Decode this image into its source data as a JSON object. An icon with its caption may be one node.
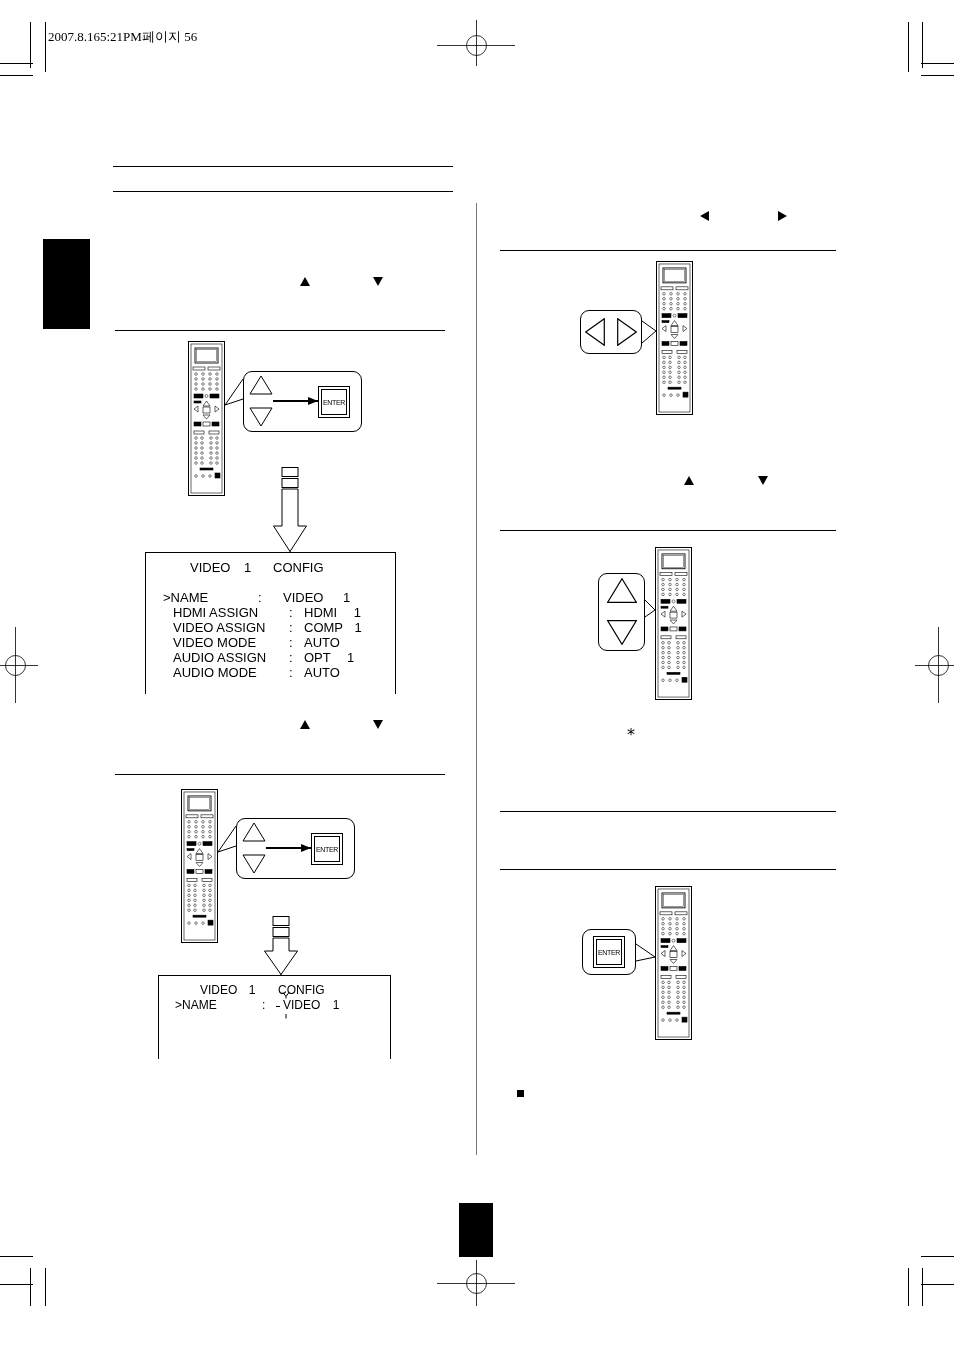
{
  "diagram": {
    "nodes": [
      {
        "text": [],
        "shape": "picture"
      },
      {
        "text": [],
        "shape": "box"
      },
      {
        "text": [],
        "shape": "picture",
        "in": 1
      },
      {
        "text": [
          "ENTER"
        ],
        "in": 1
      },
      {
        "text": [
          "VIDEO 1",
          "CONFIG",
          ">NAME",
          ":",
          "VIDEO 1",
          "HDMI ASSIGN",
          ":",
          "HDMI 1",
          "VIDEO ASSIGN",
          ":",
          "COMP 1",
          "VIDEO MODE",
          ":",
          "AUTO",
          "AUDIO ASSIGN",
          ":",
          "OPT 1",
          "AUDIO MODE",
          ":",
          "AUTO"
        ]
      },
      {
        "text": [],
        "shape": "picture"
      },
      {
        "text": [],
        "shape": "box"
      },
      {
        "text": [],
        "shape": "picture",
        "in": 6
      },
      {
        "text": [
          "ENTER"
        ],
        "in": 6
      },
      {
        "text": [
          "VIDEO 1",
          "CONFIG",
          ">NAME",
          ":",
          "VIDEO 1"
        ]
      },
      {
        "text": [],
        "shape": "box"
      },
      {
        "text": [],
        "shape": "picture"
      },
      {
        "text": [],
        "shape": "box"
      },
      {
        "text": [],
        "shape": "picture"
      },
      {
        "text": [],
        "shape": "box"
      },
      {
        "text": [
          "ENTER"
        ],
        "in": 14
      },
      {
        "text": [],
        "shape": "picture"
      },
      {
        "text": [],
        "shape": "box"
      },
      {
        "text": [],
        "shape": "box"
      }
    ],
    "edges": [
      {
        "from": 2,
        "to": 3,
        "arrow": "to"
      },
      {
        "from": 1,
        "to": 0,
        "arrow": "none"
      },
      {
        "from": null,
        "to": 4,
        "arrow": "to"
      },
      {
        "from": 7,
        "to": 8,
        "arrow": "to"
      },
      {
        "from": 6,
        "to": 5,
        "arrow": "none"
      },
      {
        "from": null,
        "to": 9,
        "arrow": "to"
      },
      {
        "from": 10,
        "to": 11,
        "arrow": "none"
      },
      {
        "from": 12,
        "to": 13,
        "arrow": "none"
      },
      {
        "from": 14,
        "to": 16,
        "arrow": "none"
      }
    ],
    "labels": [
      "2007.8.165:21PM페이지 56",
      "*"
    ]
  }
}
